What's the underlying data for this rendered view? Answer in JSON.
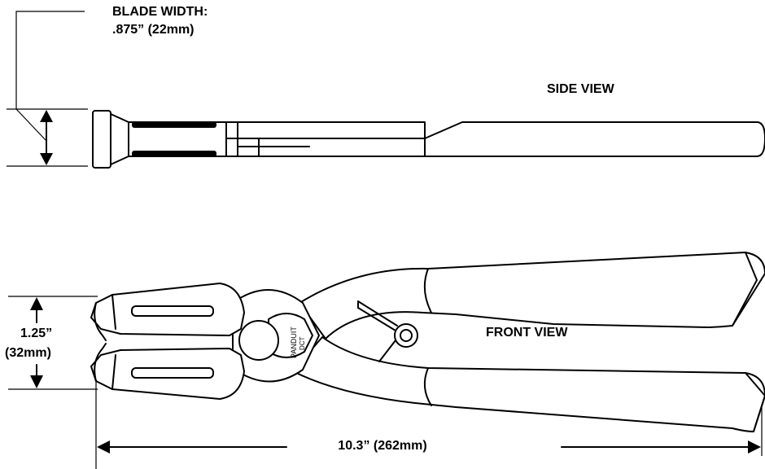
{
  "labels": {
    "blade_width_title": "BLADE WIDTH:",
    "blade_width_value": ".875” (22mm)",
    "side_view": "SIDE VIEW",
    "front_view": "FRONT VIEW",
    "jaw_height": "1.25”",
    "jaw_height_mm": "(32mm)",
    "overall_length": "10.3”  (262mm)"
  },
  "imprint": {
    "brand": "PANDUIT",
    "model": "DCT"
  }
}
